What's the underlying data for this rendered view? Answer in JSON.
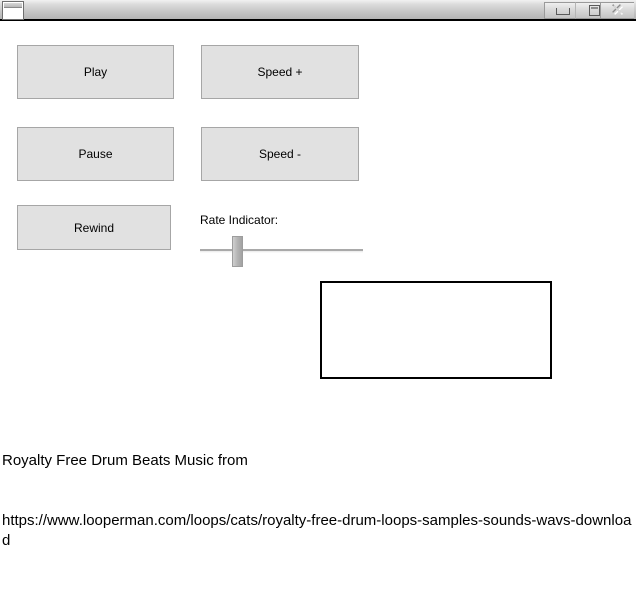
{
  "window": {
    "title": "",
    "icon": "window-icon",
    "controls": {
      "minimize_label": "",
      "maximize_label": "",
      "close_label": "✕"
    }
  },
  "controls": {
    "play_label": "Play",
    "pause_label": "Pause",
    "rewind_label": "Rewind",
    "speed_up_label": "Speed +",
    "speed_down_label": "Speed -"
  },
  "rate": {
    "label": "Rate Indicator:",
    "value_position_percent": 20,
    "min": 0,
    "max": 100
  },
  "media_panel": {
    "content": ""
  },
  "credit": {
    "line1": "Royalty Free Drum Beats Music from",
    "line2": "https://www.looperman.com/loops/cats/royalty-free-drum-loops-samples-sounds-wavs-download"
  },
  "colors": {
    "button_face": "#e1e1e1",
    "button_border": "#a6a6a6",
    "titlebar_top": "#f2f2f2",
    "titlebar_bottom": "#b4b4b4",
    "panel_border": "#000000",
    "text": "#000000"
  }
}
